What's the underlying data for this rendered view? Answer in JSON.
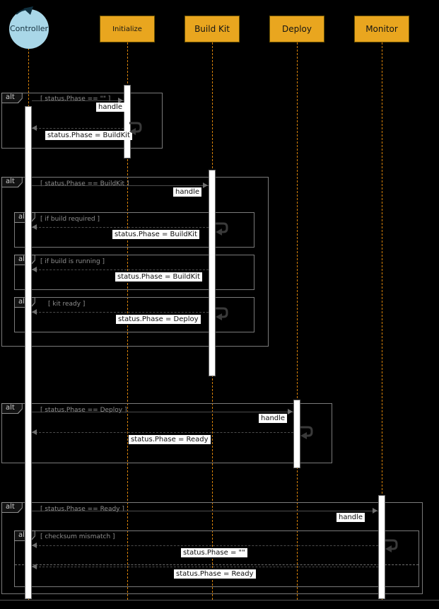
{
  "diagram": {
    "actor": "Controller",
    "participants": [
      "Initialize",
      "Build Kit",
      "Deploy",
      "Monitor"
    ],
    "frames": {
      "f1": {
        "op": "alt",
        "guard": "[ status.Phase == \"\" ]"
      },
      "f2": {
        "op": "alt",
        "guard": "[ status.Phase == BuildKit ]"
      },
      "f2a": {
        "op": "alt",
        "guard": "[ if build required ]"
      },
      "f2b": {
        "op": "alt",
        "guard": "[ if build is running ]"
      },
      "f2c": {
        "op": "alt",
        "guard": "[ kit ready ]"
      },
      "f3": {
        "op": "alt",
        "guard": "[ status.Phase == Deploy ]"
      },
      "f4": {
        "op": "alt",
        "guard": "[ status.Phase == Ready ]"
      },
      "f4a": {
        "op": "alt",
        "guard": "[ checksum mismatch ]"
      }
    },
    "messages": {
      "f1_handle": "handle",
      "f1_return": "status.Phase = BuildKit",
      "f2_handle": "handle",
      "f2a_msg": "status.Phase = BuildKit",
      "f2b_msg": "status.Phase = BuildKit",
      "f2c_msg": "status.Phase = Deploy",
      "f3_handle": "handle",
      "f3_return": "status.Phase = Ready",
      "f4_handle": "handle",
      "f4a_msg1": "status.Phase = \"\"",
      "f4a_msg2": "status.Phase = Ready"
    },
    "colors": {
      "background": "#000000",
      "participant_fill": "#E9A61F",
      "lifeline": "#D8820A",
      "activation_fill": "#FFFFFF",
      "actor_fill": "#A9D7E8",
      "frame_border": "#7A7A7A",
      "message_label_bg": "#FDFDFD"
    }
  }
}
